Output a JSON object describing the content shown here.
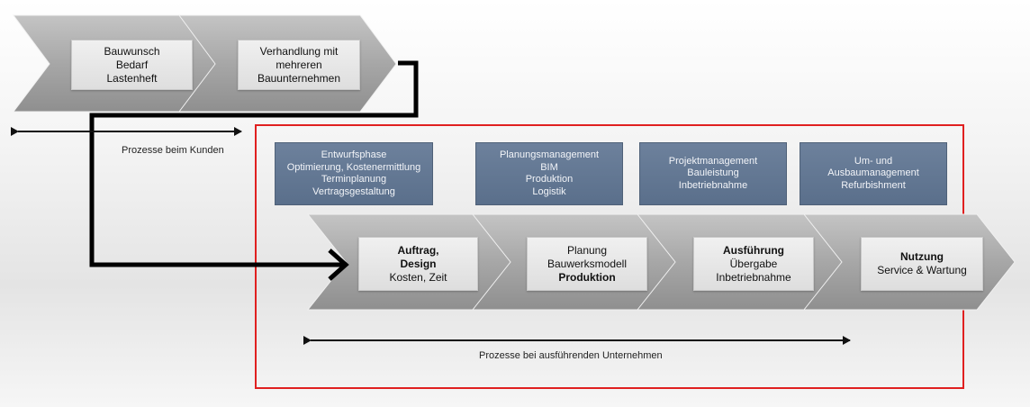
{
  "customer_chevrons": [
    {
      "lines": [
        {
          "text": "Bauwunsch"
        },
        {
          "text": "Bedarf"
        },
        {
          "text": "Lastenheft"
        }
      ]
    },
    {
      "lines": [
        {
          "text": "Verhandlung mit"
        },
        {
          "text": "mehreren"
        },
        {
          "text": "Bauunternehmen"
        }
      ]
    }
  ],
  "customer_caption": "Prozesse beim Kunden",
  "contractor_info_boxes": [
    {
      "lines": [
        {
          "text": "Entwurfsphase"
        },
        {
          "text": "Optimierung, Kostenermittlung"
        },
        {
          "text": "Terminplanung"
        },
        {
          "text": "Vertragsgestaltung"
        }
      ]
    },
    {
      "lines": [
        {
          "text": "Planungsmanagement"
        },
        {
          "text": "BIM"
        },
        {
          "text": "Produktion"
        },
        {
          "text": "Logistik"
        }
      ]
    },
    {
      "lines": [
        {
          "text": "Projektmanagement"
        },
        {
          "text": "Bauleistung"
        },
        {
          "text": "Inbetriebnahme"
        }
      ]
    },
    {
      "lines": [
        {
          "text": "Um- und"
        },
        {
          "text": "Ausbaumanagement"
        },
        {
          "text": "Refurbishment"
        }
      ]
    }
  ],
  "contractor_chevrons": [
    {
      "lines": [
        {
          "text": "Auftrag,",
          "bold": true
        },
        {
          "text": "Design",
          "bold": true
        },
        {
          "text": "Kosten, Zeit"
        }
      ]
    },
    {
      "lines": [
        {
          "text": "Planung"
        },
        {
          "text": "Bauwerksmodell"
        },
        {
          "text": "Produktion",
          "bold": true
        }
      ]
    },
    {
      "lines": [
        {
          "text": "Ausführung",
          "bold": true
        },
        {
          "text": "Übergabe"
        },
        {
          "text": "Inbetriebnahme"
        }
      ]
    },
    {
      "lines": [
        {
          "text": "Nutzung",
          "bold": true
        },
        {
          "text": "Service & Wartung"
        }
      ]
    }
  ],
  "contractor_caption": "Prozesse bei ausführenden Unternehmen",
  "colors": {
    "chevron": "#a9a9a9",
    "frame": "#e02020",
    "info_box": "#62768f",
    "connector": "#000000"
  }
}
